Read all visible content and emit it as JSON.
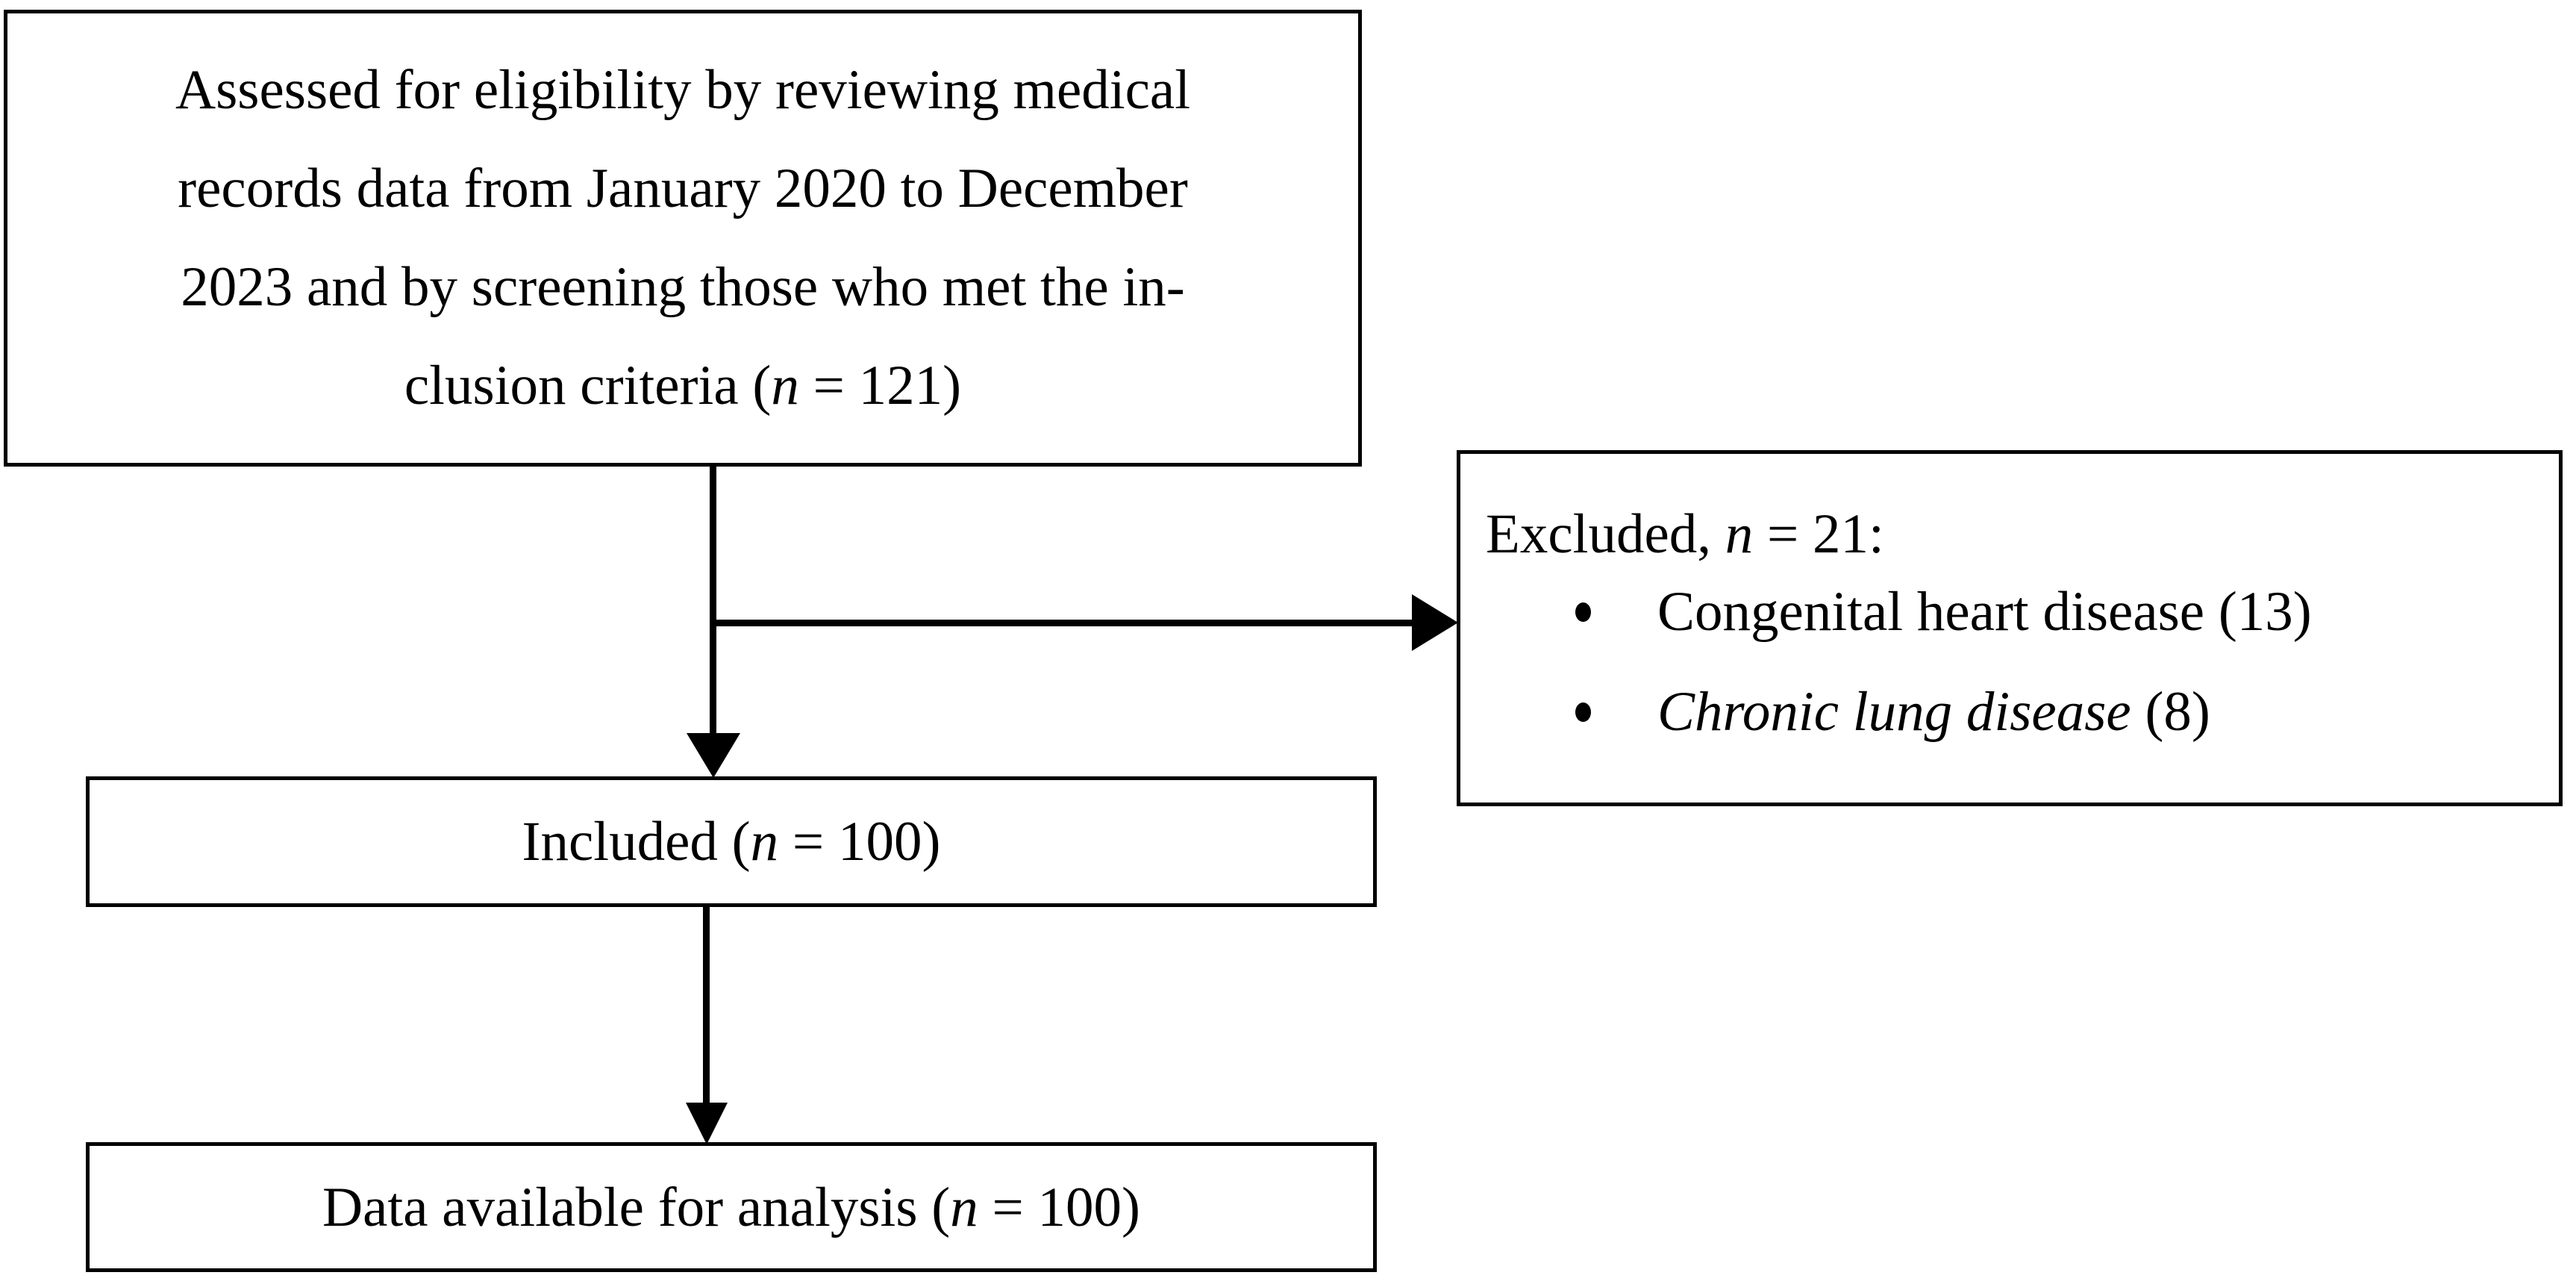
{
  "diagram": {
    "type": "study-flow-diagram",
    "line_color": "#000000",
    "background_color": "#ffffff"
  },
  "assessed_box": {
    "line1": "Assessed for eligibility by reviewing medical",
    "line2": "records data from January 2020 to December",
    "line3": "2023 and by screening those who met the in-",
    "line4_prefix": "clusion criteria (",
    "line4_n": "n",
    "line4_suffix": " = 121)",
    "n_value": "121"
  },
  "excluded_box": {
    "heading_prefix": "Excluded, ",
    "heading_n": "n",
    "heading_suffix": " = 21:",
    "n_value": "21",
    "items": [
      {
        "text": "Congenital heart disease (13)",
        "italic": false,
        "count": "13",
        "bullet": "bullet-dot"
      },
      {
        "text": "Chronic lung disease",
        "italic": true,
        "count": "8",
        "suffix": " (8)",
        "bullet": "bullet-dot"
      }
    ]
  },
  "included_box": {
    "prefix": "Included (",
    "n": "n",
    "suffix": " = 100)",
    "n_value": "100"
  },
  "data_available_box": {
    "prefix": "Data available for analysis (",
    "n": "n",
    "suffix": " = 100)",
    "n_value": "100"
  },
  "connectors": {
    "stem_main": "vertical-line-down",
    "branch_excluded": "horizontal-line-right",
    "stem_lower": "vertical-line-down",
    "arrow_included": "arrowhead-down",
    "arrow_excluded": "arrowhead-right",
    "arrow_dataavail": "arrowhead-down"
  }
}
